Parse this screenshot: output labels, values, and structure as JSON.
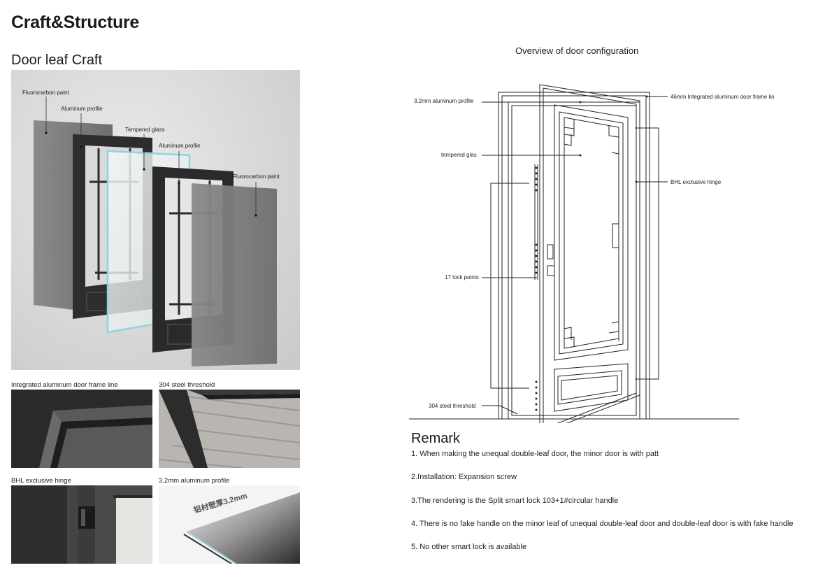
{
  "header": {
    "title": "Craft&Structure"
  },
  "door_leaf": {
    "title": "Door leaf Craft",
    "callouts": [
      "Fluorocarbon paint",
      "Aluminum profile",
      "Tempered glass",
      "Aluminum profile",
      "Fluorocarbon paint"
    ]
  },
  "thumbnails": [
    {
      "caption": "Integrated aluminum door frame line"
    },
    {
      "caption": "304 steel threshold"
    },
    {
      "caption": "BHL exclusive hinge"
    },
    {
      "caption": "3.2mm aluminum profile",
      "overlay_text": "铝材壁厚3.2mm"
    }
  ],
  "overview": {
    "title": "Overview of door configuration",
    "labels": {
      "aluminum_profile": "3.2mm aluminum profile",
      "tempered_glass": "tempered glas",
      "lock_points": "17 lock points",
      "threshold": "304 steel threshold",
      "frame_line": "46mm Integrated aluminum door frame lin",
      "hinge": "BHL exclusive hinge"
    }
  },
  "remark": {
    "title": "Remark",
    "items": [
      "1. When making the unequal double-leaf door, the minor door is with patt",
      "2.Installation: Expansion screw",
      "3.The rendering is the Split smart lock 103+1#circular handle",
      "4.  There is no fake handle on the minor leaf of unequal double-leaf door and double-leaf door is with fake handle",
      "5.  No other smart lock is available"
    ]
  },
  "colors": {
    "panel_dark": "#2b2b2b",
    "panel_grey": "#7a7a7a",
    "glass_edge": "#8fd3e0"
  }
}
